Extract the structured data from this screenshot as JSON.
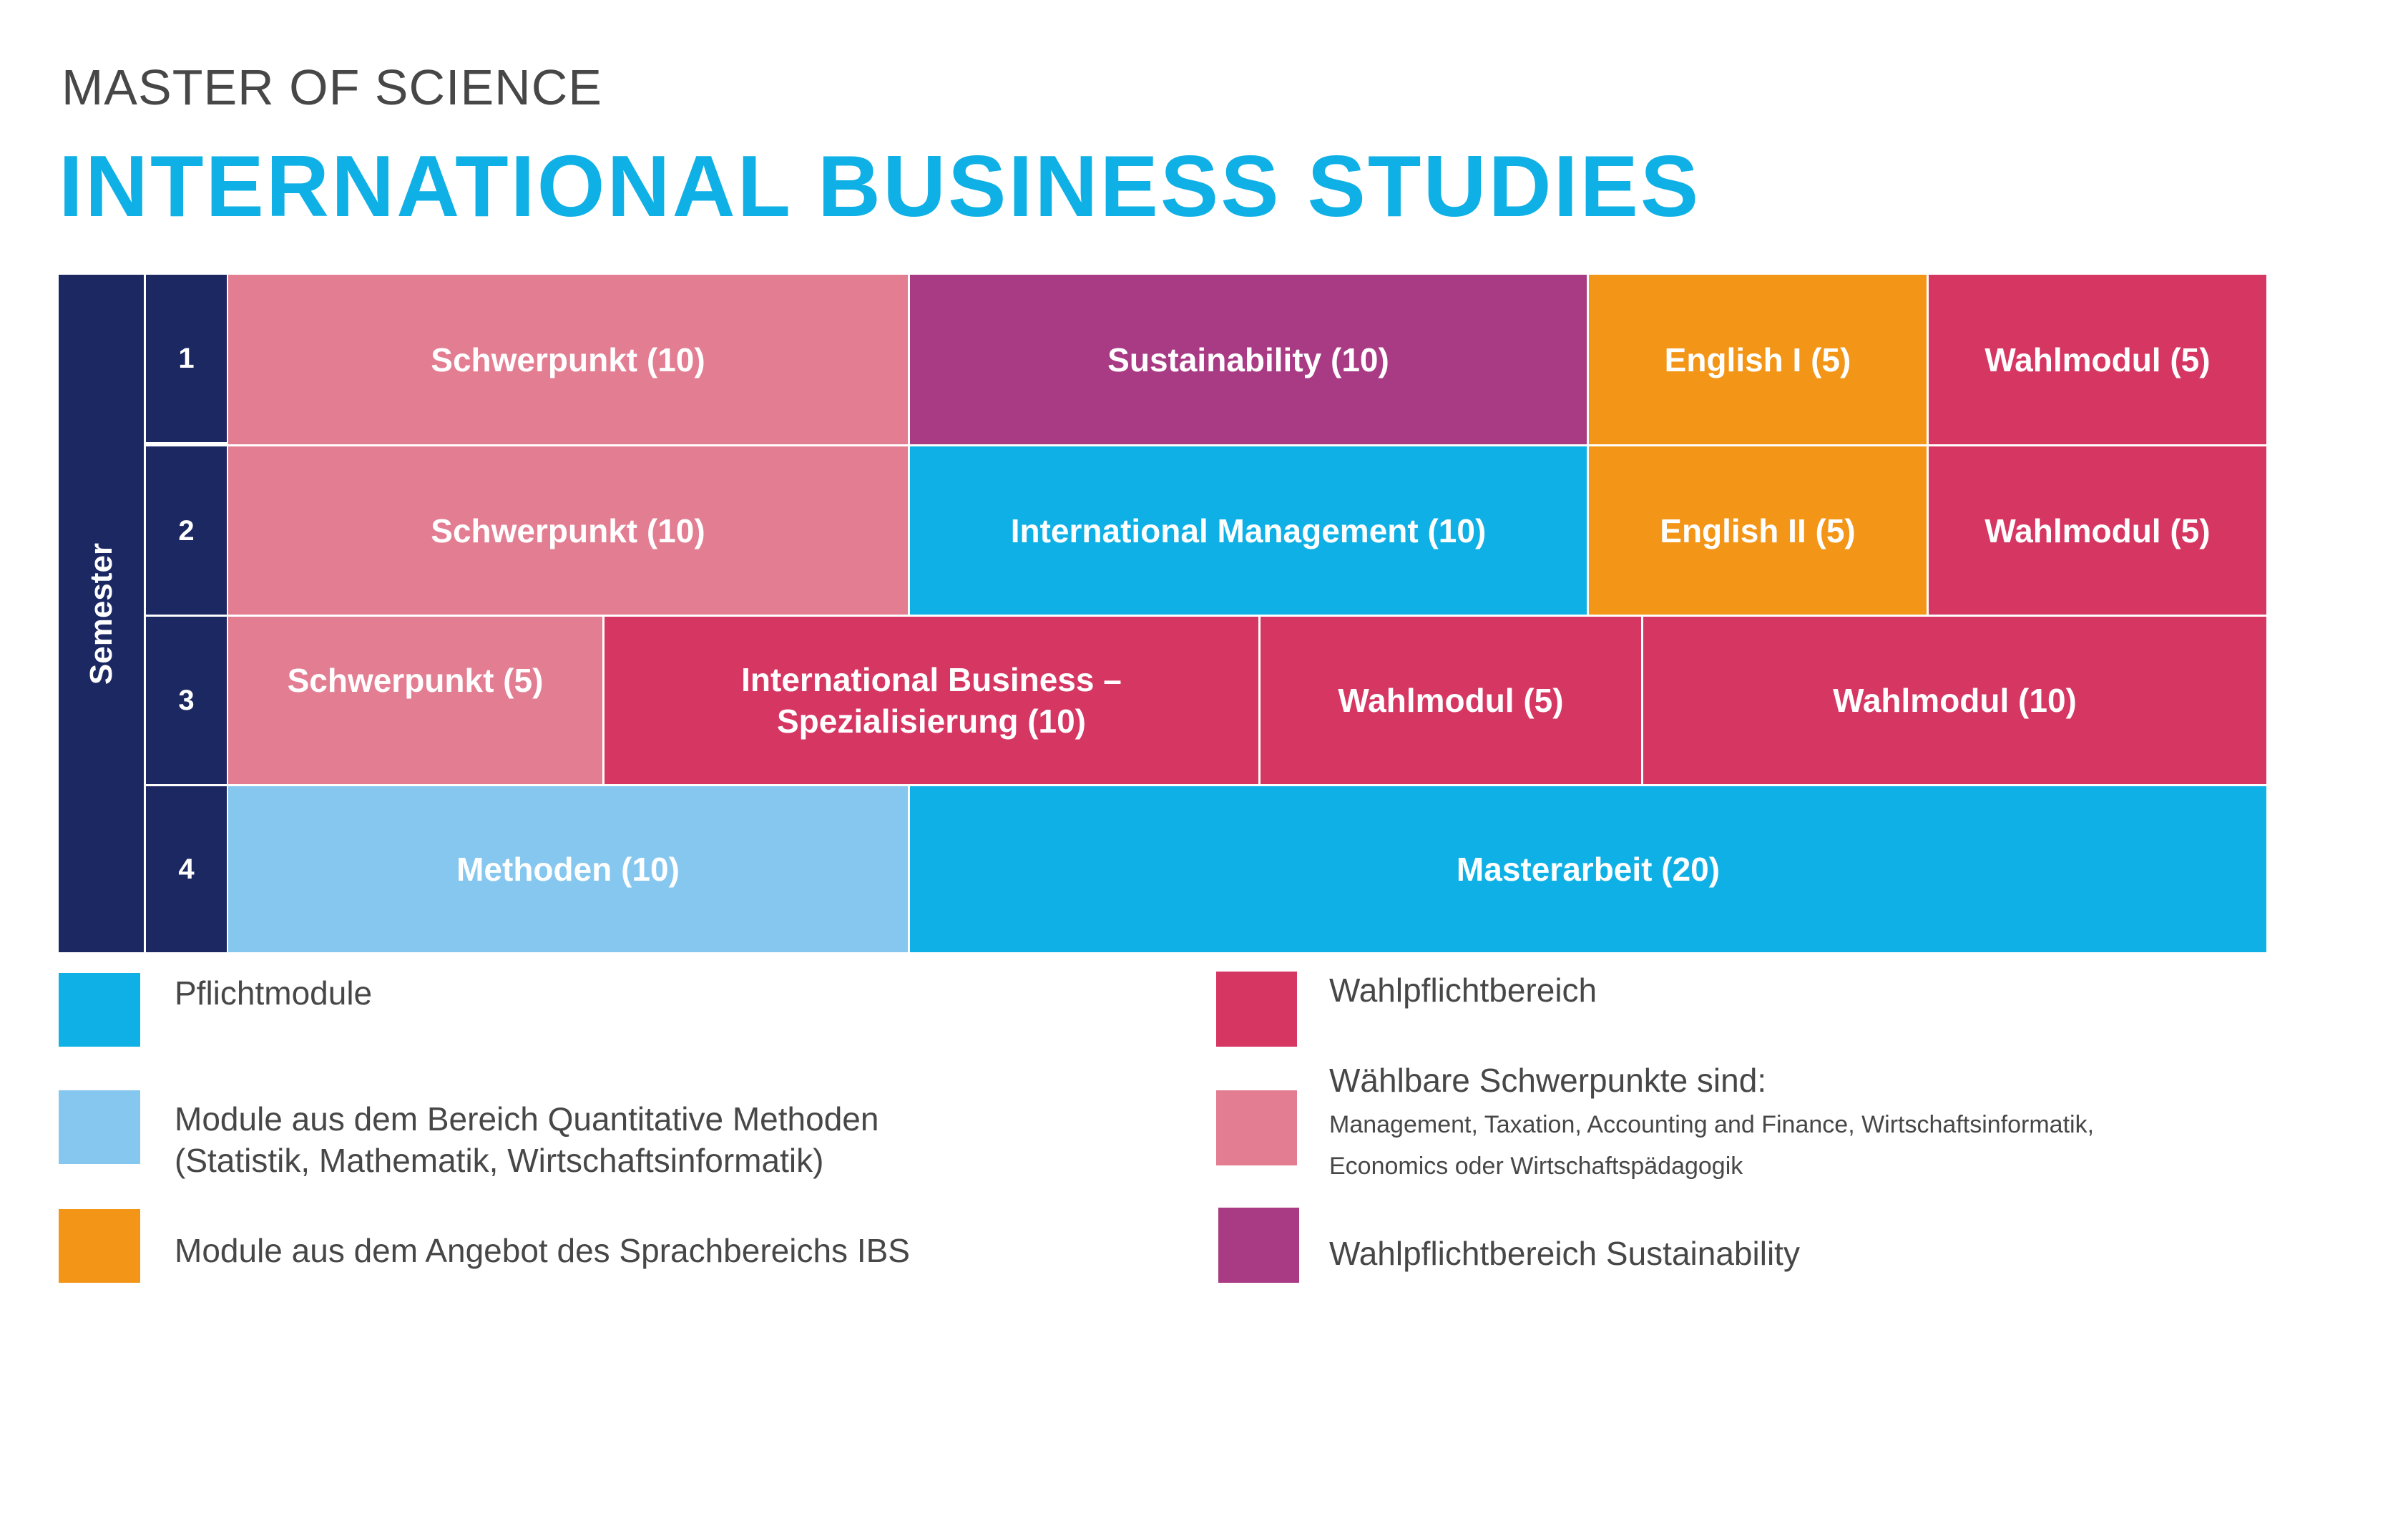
{
  "header": {
    "subtitle": "MASTER OF SCIENCE",
    "title": "INTERNATIONAL BUSINESS STUDIES"
  },
  "colors": {
    "pflicht": "#0fb0e5",
    "methoden": "#86c7ef",
    "sprach": "#f39517",
    "wahlpflicht": "#d63662",
    "schwerpunkt": "#e37d92",
    "sustainability": "#a93a84",
    "navy": "#1b2862"
  },
  "grid": {
    "semester_label": "Semester",
    "semesters": [
      "1",
      "2",
      "3",
      "4"
    ],
    "rows": [
      [
        {
          "label": "Schwerpunkt (10)",
          "type": "schwerpunkt"
        },
        {
          "label": "Sustainability (10)",
          "type": "sustainability"
        },
        {
          "label": "English I (5)",
          "type": "sprach"
        },
        {
          "label": "Wahlmodul (5)",
          "type": "wahlpflicht"
        }
      ],
      [
        {
          "label": "Schwerpunkt (10)",
          "type": "schwerpunkt"
        },
        {
          "label": "International Management (10)",
          "type": "pflicht"
        },
        {
          "label": "English II (5)",
          "type": "sprach"
        },
        {
          "label": "Wahlmodul (5)",
          "type": "wahlpflicht"
        }
      ],
      [
        {
          "label": "Schwerpunkt (5)",
          "type": "schwerpunkt"
        },
        {
          "label": "International Business –\nSpezialisierung (10)",
          "type": "wahlpflicht"
        },
        {
          "label": "Wahlmodul (5)",
          "type": "wahlpflicht"
        },
        {
          "label": "Wahlmodul (10)",
          "type": "wahlpflicht"
        }
      ],
      [
        {
          "label": "Methoden (10)",
          "type": "methoden"
        },
        {
          "label": "Masterarbeit (20)",
          "type": "pflicht"
        }
      ]
    ]
  },
  "legend": {
    "pflicht": "Pflichtmodule",
    "methoden_1": "Module aus dem Bereich Quantitative Methoden",
    "methoden_2": "(Statistik, Mathematik, Wirtschaftsinformatik)",
    "sprach": "Module aus dem Angebot des Sprachbereichs IBS",
    "wahlpflicht": "Wahlpflichtbereich",
    "schwerpunkt_title": "Wählbare Schwerpunkte sind:",
    "schwerpunkt_1": "Management, Taxation, Accounting and Finance, Wirtschaftsinformatik,",
    "schwerpunkt_2": "Economics oder Wirtschaftspädagogik",
    "sustainability": "Wahlpflichtbereich Sustainability"
  }
}
